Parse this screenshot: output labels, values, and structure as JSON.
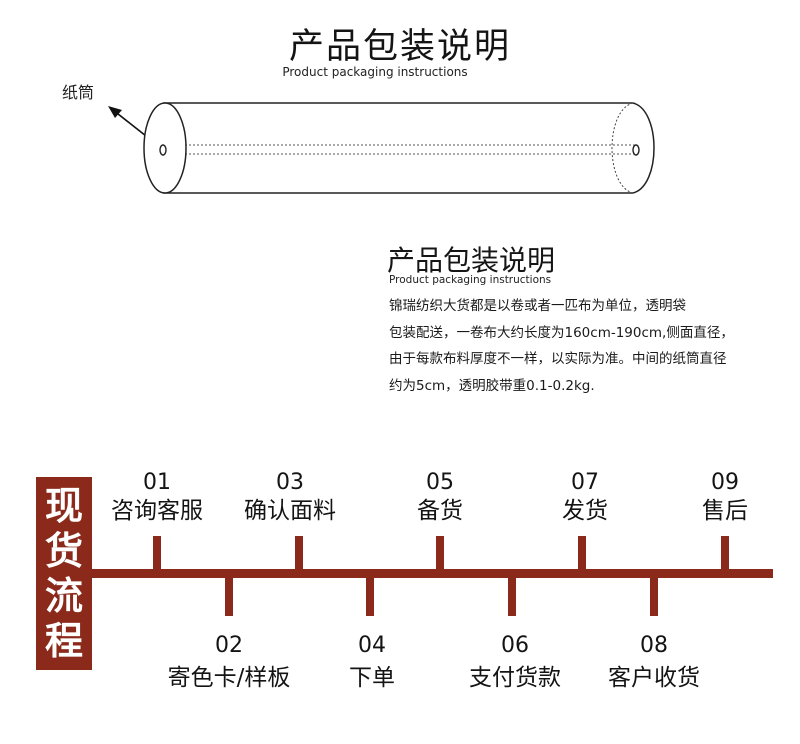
{
  "header": {
    "title": "产品包装说明",
    "subtitle": "Product packaging instructions"
  },
  "tube": {
    "label": "纸筒"
  },
  "description": {
    "title": "产品包装说明",
    "subtitle": "Product packaging instructions",
    "lines": [
      "锦瑞纺织大货都是以卷或者一匹布为单位，透明袋",
      "包装配送，一卷布大约长度为160cm-190cm,侧面直径，",
      "由于每款布料厚度不一样，以实际为准。中间的纸筒直径",
      "约为5cm，透明胶带重0.1-0.2kg."
    ]
  },
  "process": {
    "badge": [
      "现",
      "货",
      "流",
      "程"
    ],
    "accent_color": "#8b2a1b",
    "steps": [
      {
        "num": "01",
        "label": "咨询客服"
      },
      {
        "num": "02",
        "label": "寄色卡/样板"
      },
      {
        "num": "03",
        "label": "确认面料"
      },
      {
        "num": "04",
        "label": "下单"
      },
      {
        "num": "05",
        "label": "备货"
      },
      {
        "num": "06",
        "label": "支付货款"
      },
      {
        "num": "07",
        "label": "发货"
      },
      {
        "num": "08",
        "label": "客户收货"
      },
      {
        "num": "09",
        "label": "售后"
      }
    ]
  }
}
